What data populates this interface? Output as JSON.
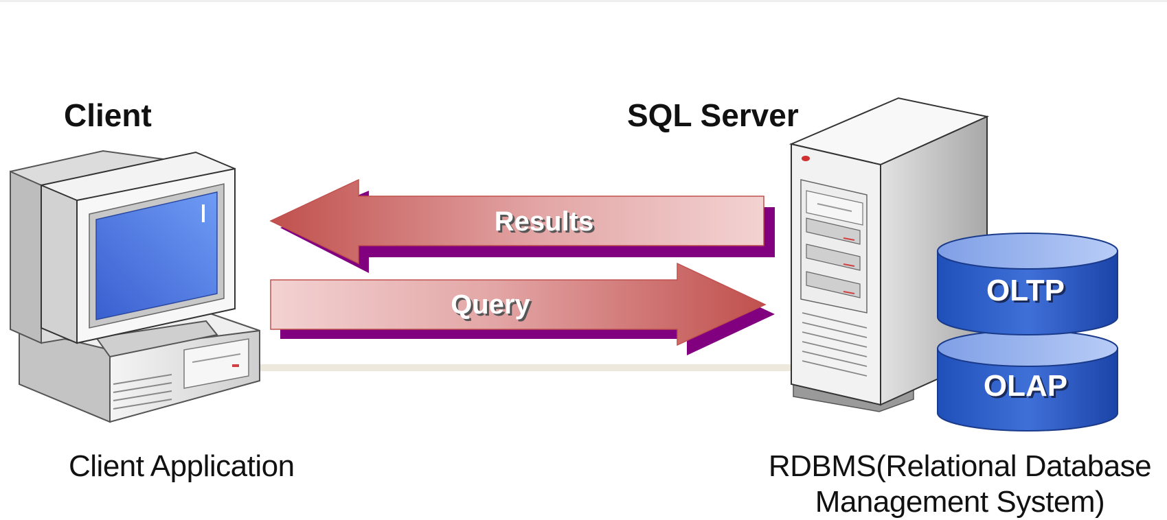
{
  "client": {
    "heading": "Client",
    "caption": "Client Application"
  },
  "server": {
    "heading": "SQL Server",
    "caption_line1": "RDBMS(Relational Database",
    "caption_line2": "Management System)"
  },
  "arrows": {
    "results": "Results",
    "query": "Query"
  },
  "databases": {
    "top": "OLTP",
    "bottom": "OLAP"
  },
  "colors": {
    "arrow_dark": "#c0504d",
    "arrow_light": "#f2d0d0",
    "arrow_shadow": "#800080",
    "screen": "#4f7fe8",
    "db_blue": "#2f5fc8",
    "db_light": "#9db8f4"
  }
}
